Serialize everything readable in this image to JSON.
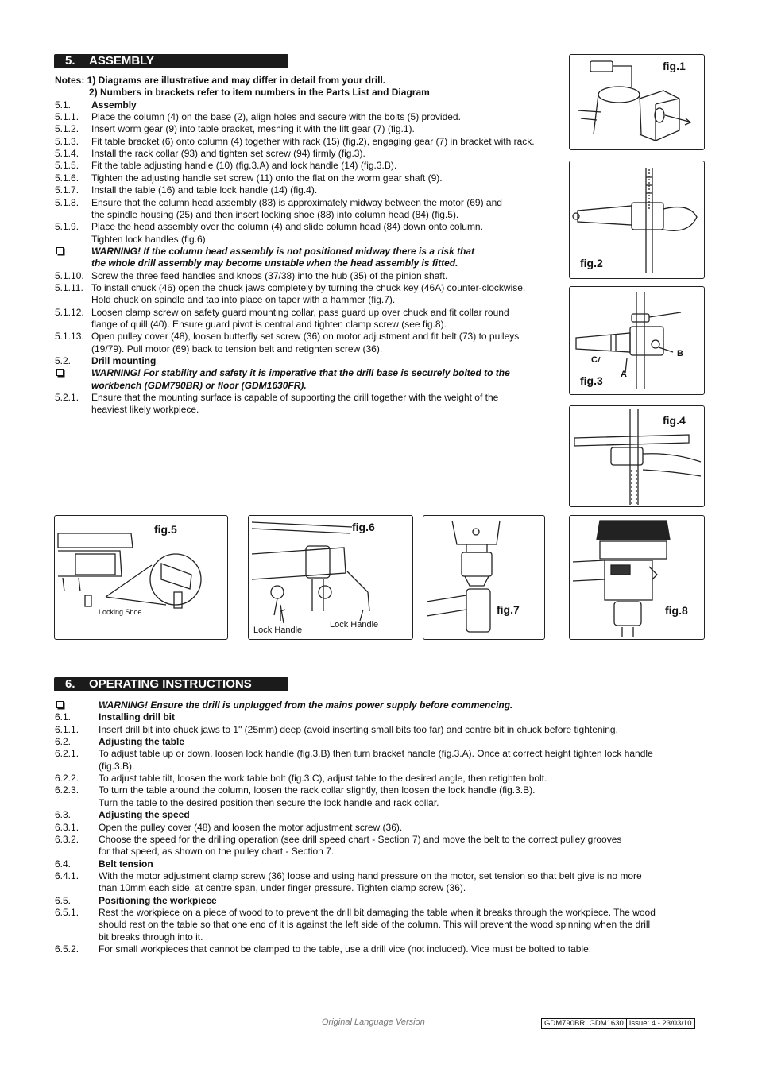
{
  "assembly": {
    "heading_num": "5.",
    "heading_text": "ASSEMBLY",
    "lines": [
      {
        "num": "",
        "text": "Notes: 1) Diagrams are illustrative and may differ in detail from your drill.",
        "style": "b",
        "full": true
      },
      {
        "num": "",
        "text": "2) Numbers in brackets refer to item numbers in the Parts List and Diagram",
        "style": "b",
        "indent": true
      },
      {
        "num": "5.1.",
        "text": "Assembly",
        "style": "b"
      },
      {
        "num": "5.1.1.",
        "text": "Place the column (4) on the base (2), align holes and secure with the bolts (5) provided."
      },
      {
        "num": "5.1.2.",
        "text": "Insert worm gear (9) into table bracket, meshing it with the lift gear (7) (fig.1)."
      },
      {
        "num": "5.1.3.",
        "text": "Fit table bracket (6) onto column (4) together with rack (15) (fig.2), engaging gear (7) in bracket with rack."
      },
      {
        "num": "5.1.4.",
        "text": "Install the rack collar (93) and tighten set screw (94) firmly (fig.3)."
      },
      {
        "num": "5.1.5.",
        "text": "Fit the table adjusting handle (10) (fig.3.A) and lock handle (14) (fig.3.B)."
      },
      {
        "num": "5.1.6.",
        "text": "Tighten the adjusting handle set screw (11) onto the flat on the worm gear shaft (9)."
      },
      {
        "num": "5.1.7.",
        "text": "Install the table (16) and table lock handle (14) (fig.4)."
      },
      {
        "num": "5.1.8.",
        "text": "Ensure that the column head assembly (83) is approximately midway between the motor (69) and"
      },
      {
        "num": "",
        "text": "the spindle housing (25) and then insert locking shoe (88) into column head (84) (fig.5)."
      },
      {
        "num": "5.1.9.",
        "text": "Place the head assembly over the column (4) and slide column head (84) down onto column."
      },
      {
        "num": "",
        "text": "Tighten lock handles (fig.6)"
      },
      {
        "num": "",
        "text": "WARNING! If the column head assembly is not positioned midway there is a risk that",
        "style": "bi",
        "box": true
      },
      {
        "num": "",
        "text": "the whole drill assembly may become unstable when the head assembly is fitted.",
        "style": "bi"
      },
      {
        "num": "5.1.10.",
        "text": "Screw the three feed handles and knobs (37/38) into the hub (35) of the pinion shaft."
      },
      {
        "num": "5.1.11.",
        "text": "To install chuck (46) open the chuck jaws completely by turning the chuck key (46A) counter-clockwise."
      },
      {
        "num": "",
        "text": "Hold chuck on spindle and tap into place on taper with a hammer (fig.7)."
      },
      {
        "num": "5.1.12.",
        "text": "Loosen clamp screw on safety guard mounting collar, pass guard up over chuck and fit collar round"
      },
      {
        "num": "",
        "text": "flange of quill (40). Ensure guard pivot is central and tighten clamp screw (see fig.8)."
      },
      {
        "num": "5.1.13.",
        "text": "Open pulley cover (48), loosen butterfly set screw (36) on motor adjustment and fit belt (73) to pulleys"
      },
      {
        "num": "",
        "text": "(19/79).  Pull motor (69) back to tension belt and retighten screw (36)."
      },
      {
        "num": "5.2.",
        "text": "Drill mounting",
        "style": "b"
      },
      {
        "num": "",
        "text": "WARNING! For stability and safety it is imperative that the drill base is securely bolted to the",
        "style": "bi",
        "box": true
      },
      {
        "num": "",
        "text": "workbench (GDM790BR) or floor (GDM1630FR).",
        "style": "bi"
      },
      {
        "num": "5.2.1.",
        "text": "Ensure that the mounting surface is capable of supporting the drill together with the weight of the"
      },
      {
        "num": "",
        "text": "heaviest likely workpiece."
      }
    ]
  },
  "figures": {
    "fig1": "fig.1",
    "fig2": "fig.2",
    "fig3": "fig.3",
    "fig3_a": "A",
    "fig3_b": "B",
    "fig3_c": "C",
    "fig4": "fig.4",
    "fig5": "fig.5",
    "fig5_caption": "Locking Shoe",
    "fig6": "fig.6",
    "fig6_lock_left": "Lock Handle",
    "fig6_lock_right": "Lock Handle",
    "fig7": "fig.7",
    "fig8": "fig.8"
  },
  "operating": {
    "heading_num": "6.",
    "heading_text": "OPERATING INSTRUCTIONS",
    "lines": [
      {
        "num": "",
        "text": "WARNING! Ensure the drill is unplugged from the mains power supply before commencing.",
        "style": "bi",
        "box": true
      },
      {
        "num": "6.1.",
        "text": "Installing drill bit",
        "style": "b"
      },
      {
        "num": "6.1.1.",
        "text": "Insert drill bit into chuck jaws to 1\" (25mm) deep (avoid inserting small bits too far) and centre bit in chuck before tightening."
      },
      {
        "num": "6.2.",
        "text": "Adjusting the table",
        "style": "b"
      },
      {
        "num": "6.2.1.",
        "text": "To adjust table up or down, loosen lock handle (fig.3.B) then turn bracket handle (fig.3.A). Once at correct height tighten lock handle"
      },
      {
        "num": "",
        "text": "(fig.3.B)."
      },
      {
        "num": "6.2.2.",
        "text": "To adjust table tilt, loosen the work table bolt (fig.3.C), adjust table to the desired angle, then retighten bolt."
      },
      {
        "num": "6.2.3.",
        "text": "To turn the table around the column, loosen the rack collar slightly, then loosen the lock handle (fig.3.B)."
      },
      {
        "num": "",
        "text": "Turn the table to the desired position then secure the lock handle and rack collar."
      },
      {
        "num": "6.3.",
        "text": "Adjusting the speed",
        "style": "b"
      },
      {
        "num": "6.3.1.",
        "text": "Open the pulley cover (48) and loosen the motor adjustment screw (36)."
      },
      {
        "num": "6.3.2.",
        "text": "Choose the speed for the drilling operation (see drill speed chart - Section 7) and move the belt to the correct pulley grooves"
      },
      {
        "num": "",
        "text": "for that speed, as shown on the pulley chart - Section 7."
      },
      {
        "num": "6.4.",
        "text": "Belt tension",
        "style": "b"
      },
      {
        "num": "6.4.1.",
        "text": "With the motor adjustment clamp screw (36) loose and using hand pressure on the motor, set tension so that belt give is no more"
      },
      {
        "num": "",
        "text": "than 10mm each side, at centre span, under finger pressure. Tighten clamp screw (36)."
      },
      {
        "num": "6.5.",
        "text": "Positioning the workpiece",
        "style": "b"
      },
      {
        "num": "6.5.1.",
        "text": "Rest the workpiece on a piece of wood to to prevent the drill bit damaging the table when it breaks through the workpiece. The wood"
      },
      {
        "num": "",
        "text": "should rest on the table so that one end of it is against the left side of the column. This will prevent the wood spinning when the drill"
      },
      {
        "num": "",
        "text": "bit breaks through into it."
      },
      {
        "num": "6.5.2.",
        "text": "For small workpieces that cannot be clamped to the table, use a drill vice (not included). Vice must be bolted to table."
      }
    ]
  },
  "footer": {
    "language": "Original Language Version",
    "models": "GDM790BR, GDM1630",
    "issue": "Issue: 4 - 23/03/10"
  }
}
